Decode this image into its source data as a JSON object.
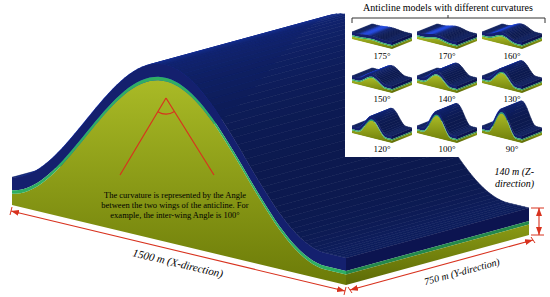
{
  "diagram": {
    "labels": [
      "Anticline models with different curvatures",
      "175°",
      "170°",
      "160°",
      "150°",
      "140°",
      "130°",
      "120°",
      "100°",
      "90°",
      "The curvature is represented by the Angle between the two wings of the anticline. For example, the inter-wing Angle is 100°",
      "1500 m (X-direction)",
      "750 m (Y-direction)",
      "140 m (Z-direction)"
    ]
  }
}
